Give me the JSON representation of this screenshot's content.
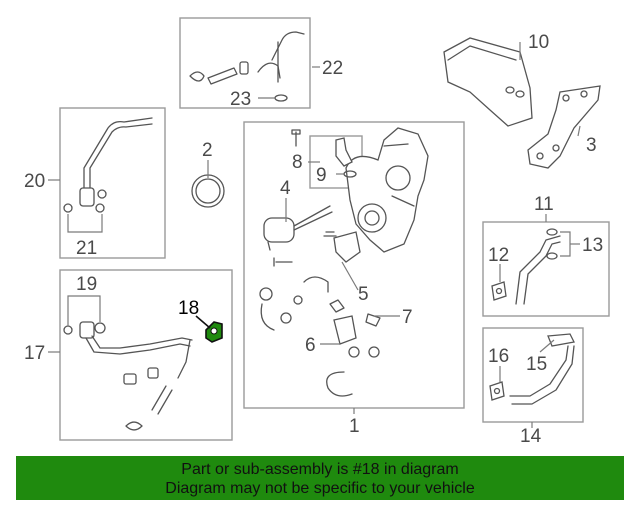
{
  "callouts": {
    "c1": "1",
    "c2": "2",
    "c3": "3",
    "c4": "4",
    "c5": "5",
    "c6": "6",
    "c7": "7",
    "c8": "8",
    "c9": "9",
    "c10": "10",
    "c11": "11",
    "c12": "12",
    "c13": "13",
    "c14": "14",
    "c15": "15",
    "c16": "16",
    "c17": "17",
    "c18": "18",
    "c19": "19",
    "c20": "20",
    "c21": "21",
    "c22": "22",
    "c23": "23"
  },
  "highlight_part": "18",
  "highlight_color": "#1f8a0e",
  "banner": {
    "line1": "Part or sub-assembly is #18 in diagram",
    "line2": "Diagram may not be specific to your vehicle"
  }
}
